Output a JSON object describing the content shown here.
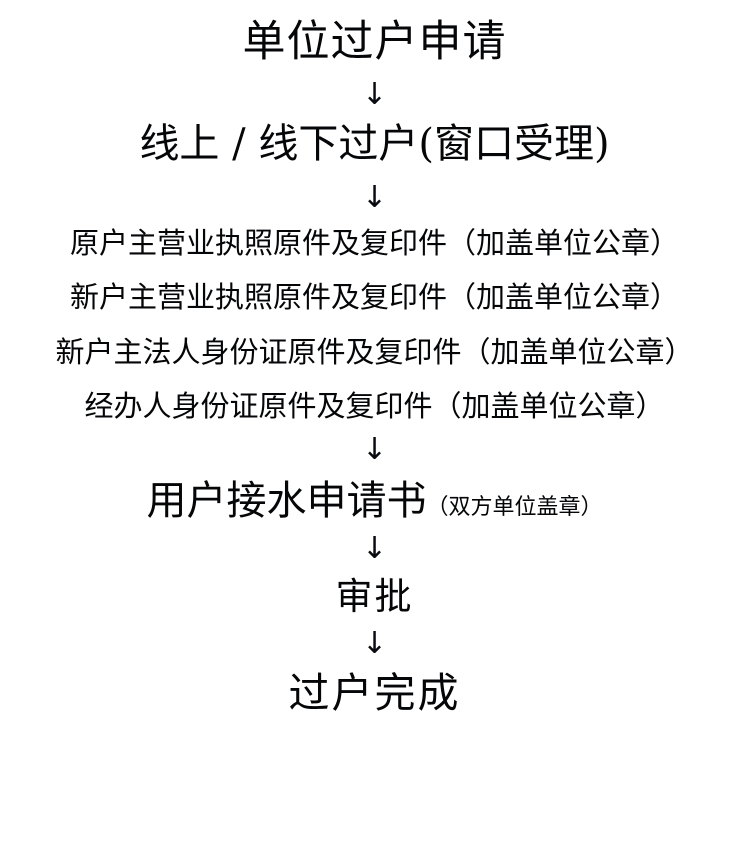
{
  "flowchart": {
    "title": "单位过户申请",
    "subtitle": "线上 / 线下过户(窗口受理)",
    "documents": [
      "原户主营业执照原件及复印件（加盖单位公章）",
      "新户主营业执照原件及复印件（加盖单位公章）",
      "新户主法人身份证原件及复印件（加盖单位公章）",
      "经办人身份证原件及复印件（加盖单位公章）"
    ],
    "form": {
      "label": "用户接水申请书",
      "note": "（双方单位盖章）"
    },
    "approval": "审批",
    "completion": "过户完成",
    "arrow_glyph": "↓",
    "text_color": "#000000",
    "background_color": "#ffffff"
  }
}
